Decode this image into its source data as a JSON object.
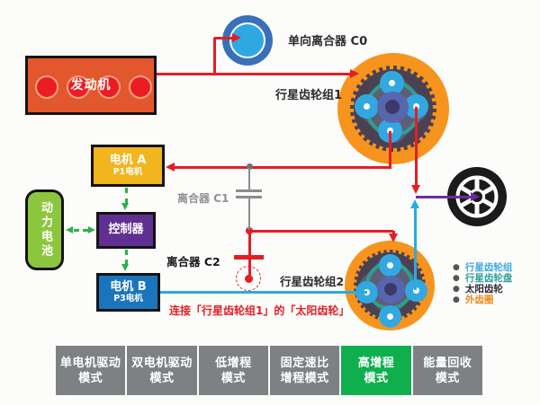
{
  "colors": {
    "red_line": "#E31E25",
    "gray_line": "#8C8C8C",
    "cyan_line": "#29ABE2",
    "purple_line": "#6A2C9E",
    "green_dashed": "#2BB24C",
    "engine_fill": "#E2572E",
    "cylinder_red": "#EC1C24",
    "clutch_c0_outer": "#3A70B8",
    "clutch_c0_inner": "#2FA8E1",
    "motor_a_fill": "#F2B51D",
    "controller_fill": "#5F3091",
    "motor_b_fill": "#1B75BC",
    "battery_fill": "#8CC63F",
    "gear_outer_orange": "#F7941E",
    "gear_body_dark": "#4A4253",
    "carrier_teal": "#2C9F93",
    "planet_blue": "#33A8E0",
    "sun_purple": "#5667AF",
    "mode_gray": "#7E8184",
    "mode_active_green": "#0FAF4D"
  },
  "engine": {
    "label": "发动机"
  },
  "clutch_c0": {
    "label": "单向离合器 C0"
  },
  "gear1": {
    "label": "行星齿轮组1"
  },
  "gear2": {
    "label": "行星齿轮组2"
  },
  "motor_a": {
    "title": "电机 A",
    "subtitle": "P1电机"
  },
  "controller": {
    "label": "控制器"
  },
  "battery": {
    "label": "动力电池"
  },
  "clutch_c1": {
    "label": "离合器 C1"
  },
  "clutch_c2": {
    "label": "离合器 C2"
  },
  "motor_b": {
    "title": "电机 B",
    "subtitle": "P3电机"
  },
  "note": {
    "text": "连接「行星齿轮组1」的「太阳齿轮」"
  },
  "legend": {
    "items": [
      {
        "label": "行星齿轮组",
        "color": "#3FA9DC"
      },
      {
        "label": "行星齿轮盘",
        "color": "#2E9E9E"
      },
      {
        "label": "太阳齿轮",
        "color": "#2A2A3C"
      },
      {
        "label": "外齿圈",
        "color": "#E8891D"
      }
    ]
  },
  "modes": {
    "items": [
      {
        "line1": "单电机驱动",
        "line2": "模式",
        "active": false
      },
      {
        "line1": "双电机驱动",
        "line2": "模式",
        "active": false
      },
      {
        "line1": "低增程",
        "line2": "模式",
        "active": false
      },
      {
        "line1": "固定速比",
        "line2": "增程模式",
        "active": false
      },
      {
        "line1": "高增程",
        "line2": "模式",
        "active": true
      },
      {
        "line1": "能量回收",
        "line2": "模式",
        "active": false
      }
    ]
  }
}
